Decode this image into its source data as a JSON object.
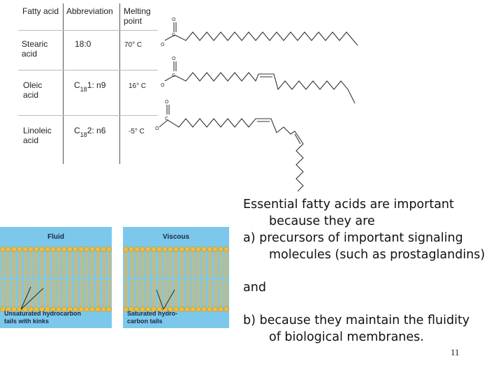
{
  "table": {
    "headers": {
      "fatty_acid": "Fatty acid",
      "abbreviation": "Abbreviation",
      "melting_1": "Melting",
      "melting_2": "point"
    },
    "rows": [
      {
        "name_1": "Stearic",
        "name_2": "acid",
        "abbr_main": "18:0",
        "abbr_sub": "",
        "abbr_tail": "",
        "melting": "70° C"
      },
      {
        "name_1": "Oleic",
        "name_2": "acid",
        "abbr_main": "C",
        "abbr_sub": "18",
        "abbr_tail": "1: n9",
        "melting": "16° C"
      },
      {
        "name_1": "Linoleic",
        "name_2": "acid",
        "abbr_main": "C",
        "abbr_sub": "18",
        "abbr_tail": "2: n6",
        "melting": "-5° C"
      }
    ]
  },
  "molecule_labels": {
    "oxygen": "O",
    "carbon": "C"
  },
  "membranes": [
    {
      "title": "Fluid",
      "caption_1": "Unsaturated hydrocarbon",
      "caption_2": "tails with kinks"
    },
    {
      "title": "Viscous",
      "caption_1": "Saturated hydro-",
      "caption_2": "carbon tails"
    }
  ],
  "text": {
    "line1": "Essential fatty acids are important",
    "line2": "because they are",
    "line3": "a)  precursors of important signaling",
    "line4": "molecules (such as prostaglandins)",
    "line5": "and",
    "line6": "b) because they maintain the fluidity",
    "line7": "of biological membranes."
  },
  "page_number": "11",
  "colors": {
    "membrane_bg": "#7cc8ec",
    "lipid_head": "#f2bc3a",
    "lipid_tail": "#e8b54a"
  }
}
